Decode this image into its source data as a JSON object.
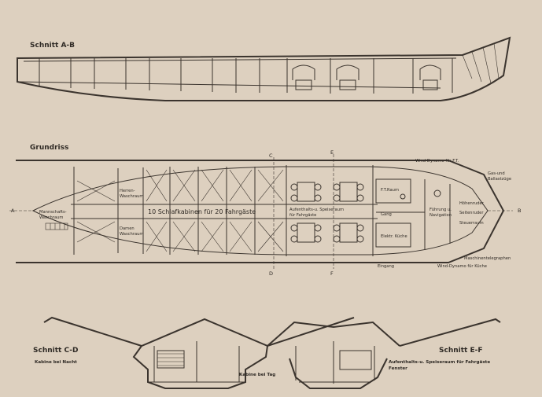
{
  "titles": {
    "section_ab": "Schnitt A-B",
    "plan": "Grundriss",
    "section_cd": "Schnitt C-D",
    "section_ef": "Schnitt E-F"
  },
  "section_marks": {
    "a": "A",
    "b": "B",
    "c": "C",
    "d": "D",
    "e": "E",
    "f": "F"
  },
  "plan_labels": {
    "wind_dynamo_ft": "Wind-Dynamo für F.T.",
    "gas_ballast_1": "Gas-und",
    "gas_ballast_2": "Ballastzüge",
    "herren_1": "Herren-",
    "herren_2": "Waschraum",
    "mannschaft_1": "Mannschafts-",
    "mannschaft_2": "Waschraum",
    "schlafkabinen": "10 Schlafkabinen für 20 Fahrgäste",
    "damen_1": "Damen",
    "damen_2": "Waschraum",
    "aufenthalt_1": "Aufenthalts-u. Speiseraum",
    "aufenthalt_2": "für Fahrgäste",
    "ft_raum": "F.T.Raum",
    "gang": "Gang",
    "fuehrung_1": "Führung u.",
    "fuehrung_2": "Navigation",
    "hoehenruder": "Höhenruder",
    "seitenruder": "Seitenruder",
    "steuerraum": "Steuerraum",
    "elektr_kueche": "Elektr. Küche",
    "maschinentelegraphen": "Maschinentelegraphen",
    "eingang": "Eingang",
    "wind_dynamo_kueche": "Wind-Dynamo für Küche"
  },
  "section_labels": {
    "kabine_nacht": "Kabine bei Nacht",
    "kabine_tag": "Kabine bei Tag",
    "aufenthalt_1": "Aufenthalts-u. Speiseraum für Fahrgäste",
    "aufenthalt_2": "Fenster"
  },
  "colors": {
    "paper": "#ddd0bf",
    "ink": "#3b342e"
  }
}
